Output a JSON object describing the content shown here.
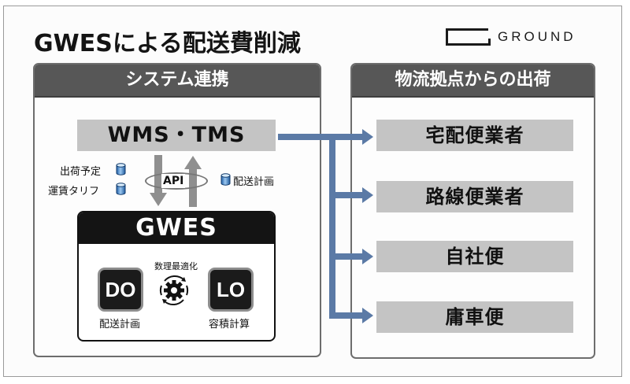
{
  "title": "GWESによる配送費削減",
  "logo": {
    "text": "GROUND"
  },
  "left_panel": {
    "header": "システム連携",
    "system_box": "WMS・TMS",
    "inputs": [
      "出荷予定",
      "運賃タリフ"
    ],
    "api_label": "API",
    "output": "配送計画",
    "gwes": {
      "header": "GWES",
      "optimization_label": "数理最適化",
      "modules": [
        {
          "code": "DO",
          "caption": "配送計画"
        },
        {
          "code": "LO",
          "caption": "容積計算"
        }
      ]
    }
  },
  "right_panel": {
    "header": "物流拠点からの出荷",
    "destinations": [
      "宅配便業者",
      "路線便業者",
      "自社便",
      "庸車便"
    ]
  },
  "colors": {
    "arrow_blue": "#5b7aa6",
    "panel_header": "#575757",
    "box_gray": "#c4c4c4",
    "gwes_header": "#141414"
  }
}
